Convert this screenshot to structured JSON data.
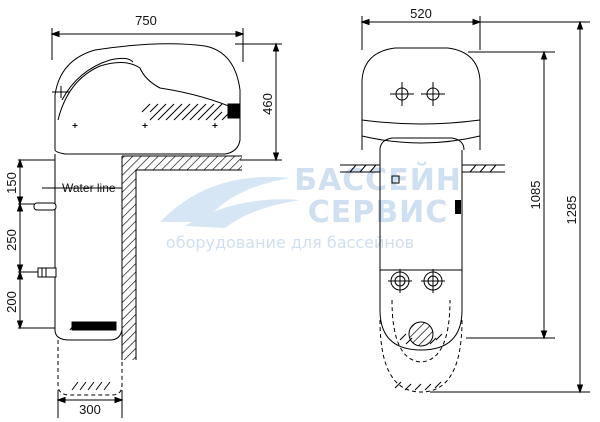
{
  "dimensions": {
    "top_width": "750",
    "height_upper": "460",
    "h_150": "150",
    "h_250": "250",
    "h_200": "200",
    "bottom_width": "300",
    "front_width": "520",
    "h_1085": "1085",
    "h_1285": "1285"
  },
  "labels": {
    "water_line": "Water line"
  },
  "watermark": {
    "line1": "БАССЕЙН",
    "line2": "СЕРВИС",
    "line3": "оборудование для бассейнов",
    "color": "#cfe0f2"
  }
}
